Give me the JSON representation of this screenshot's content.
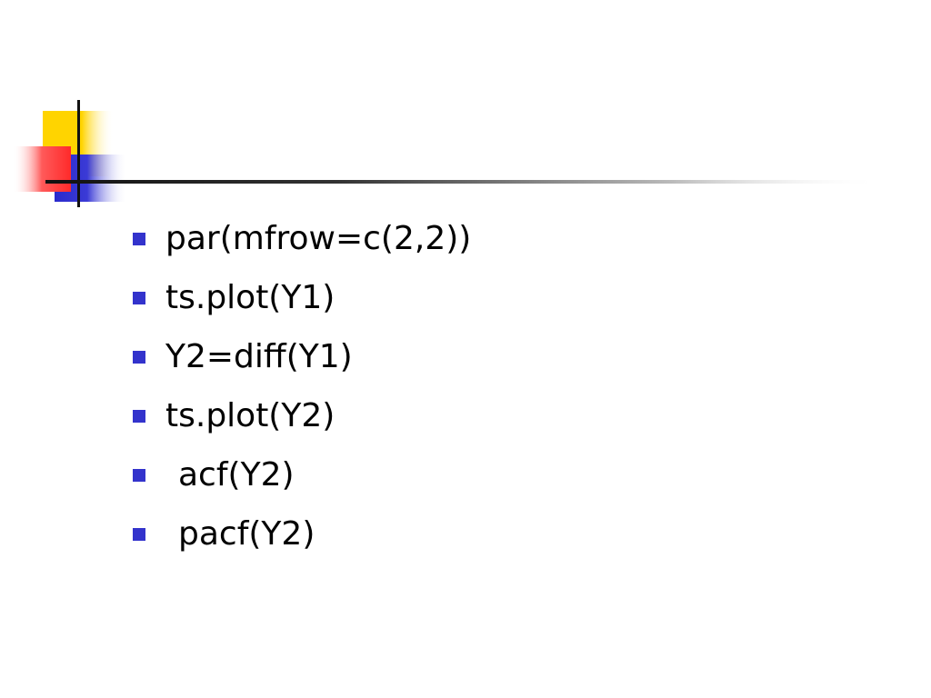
{
  "colors": {
    "accent_yellow": "#ffd400",
    "accent_red": "#ff3b3b",
    "accent_blue": "#3333cc",
    "rule_dark": "#1a1a1a",
    "bullet": "#3333cc",
    "text": "#000000"
  },
  "bullets": [
    {
      "text": "par(mfrow=c(2,2))"
    },
    {
      "text": "ts.plot(Y1)"
    },
    {
      "text": "Y2=diff(Y1)"
    },
    {
      "text": "ts.plot(Y2)"
    },
    {
      "text": " acf(Y2)"
    },
    {
      "text": " pacf(Y2)"
    }
  ]
}
